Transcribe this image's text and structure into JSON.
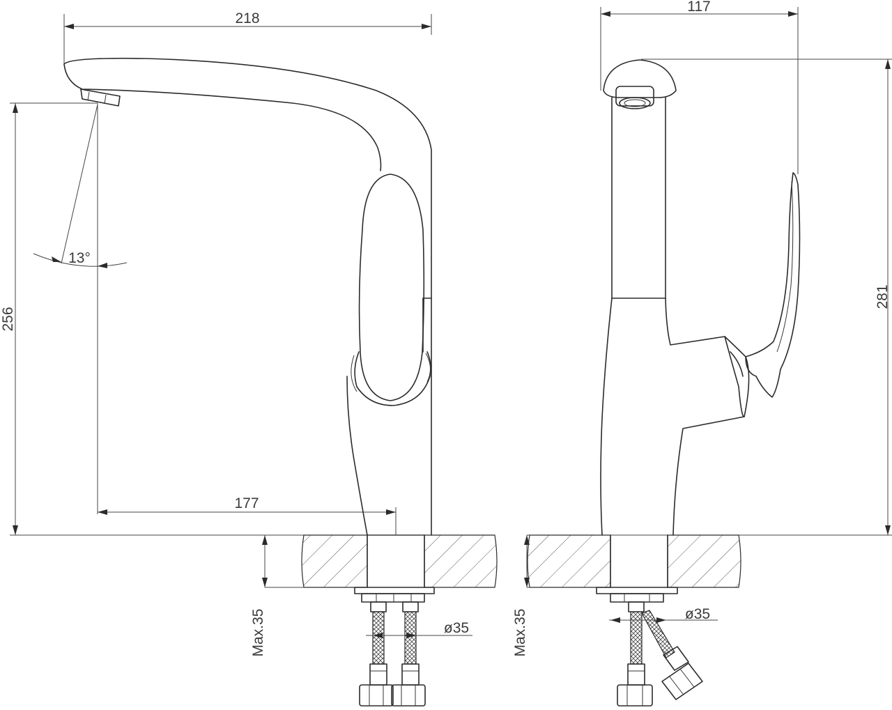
{
  "dimensions": {
    "front_width": "218",
    "front_height": "256",
    "spout_angle": "13°",
    "spout_reach": "177",
    "front_max_thickness": "Max.35",
    "front_hole_diameter": "ø35",
    "side_width": "117",
    "side_height": "281",
    "side_max_thickness": "Max.35",
    "side_hole_diameter": "ø35"
  },
  "colors": {
    "line": "#2b2b2b",
    "background": "#ffffff"
  }
}
